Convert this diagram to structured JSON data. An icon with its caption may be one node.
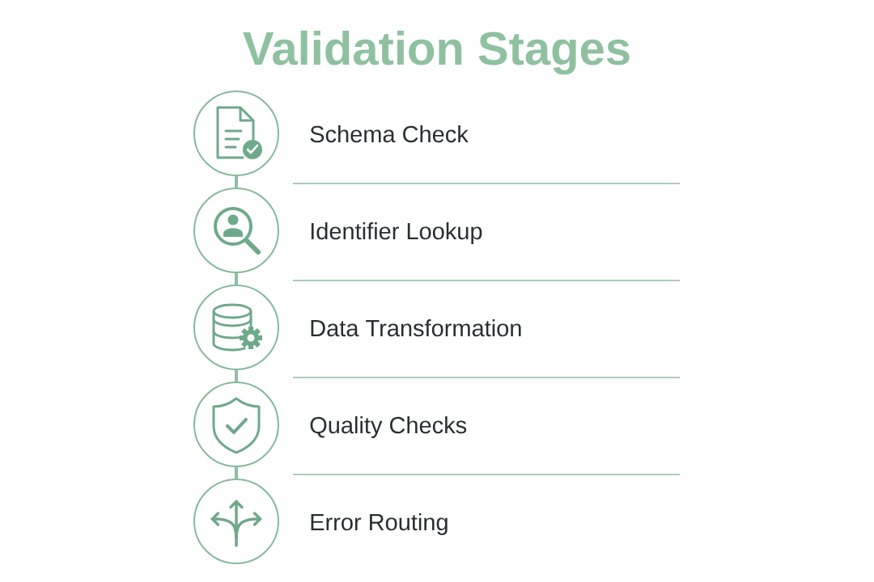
{
  "diagram": {
    "title": "Validation Stages",
    "nodes": [
      {
        "text": [],
        "shape": "circle",
        "beside": [
          "Schema Check"
        ]
      },
      {
        "text": [],
        "shape": "circle",
        "beside": [
          "Identifier Lookup"
        ]
      },
      {
        "text": [],
        "shape": "circle",
        "beside": [
          "Data Transformation"
        ]
      },
      {
        "text": [],
        "shape": "circle",
        "beside": [
          "Quality Checks"
        ]
      },
      {
        "text": [],
        "shape": "circle",
        "beside": [
          "Error Routing"
        ]
      }
    ],
    "edges": [
      {
        "from": 0,
        "to": 1,
        "arrow": "none"
      },
      {
        "from": 1,
        "to": 2,
        "arrow": "none"
      },
      {
        "from": 2,
        "to": 3,
        "arrow": "none"
      },
      {
        "from": 3,
        "to": 4,
        "arrow": "none"
      }
    ]
  }
}
